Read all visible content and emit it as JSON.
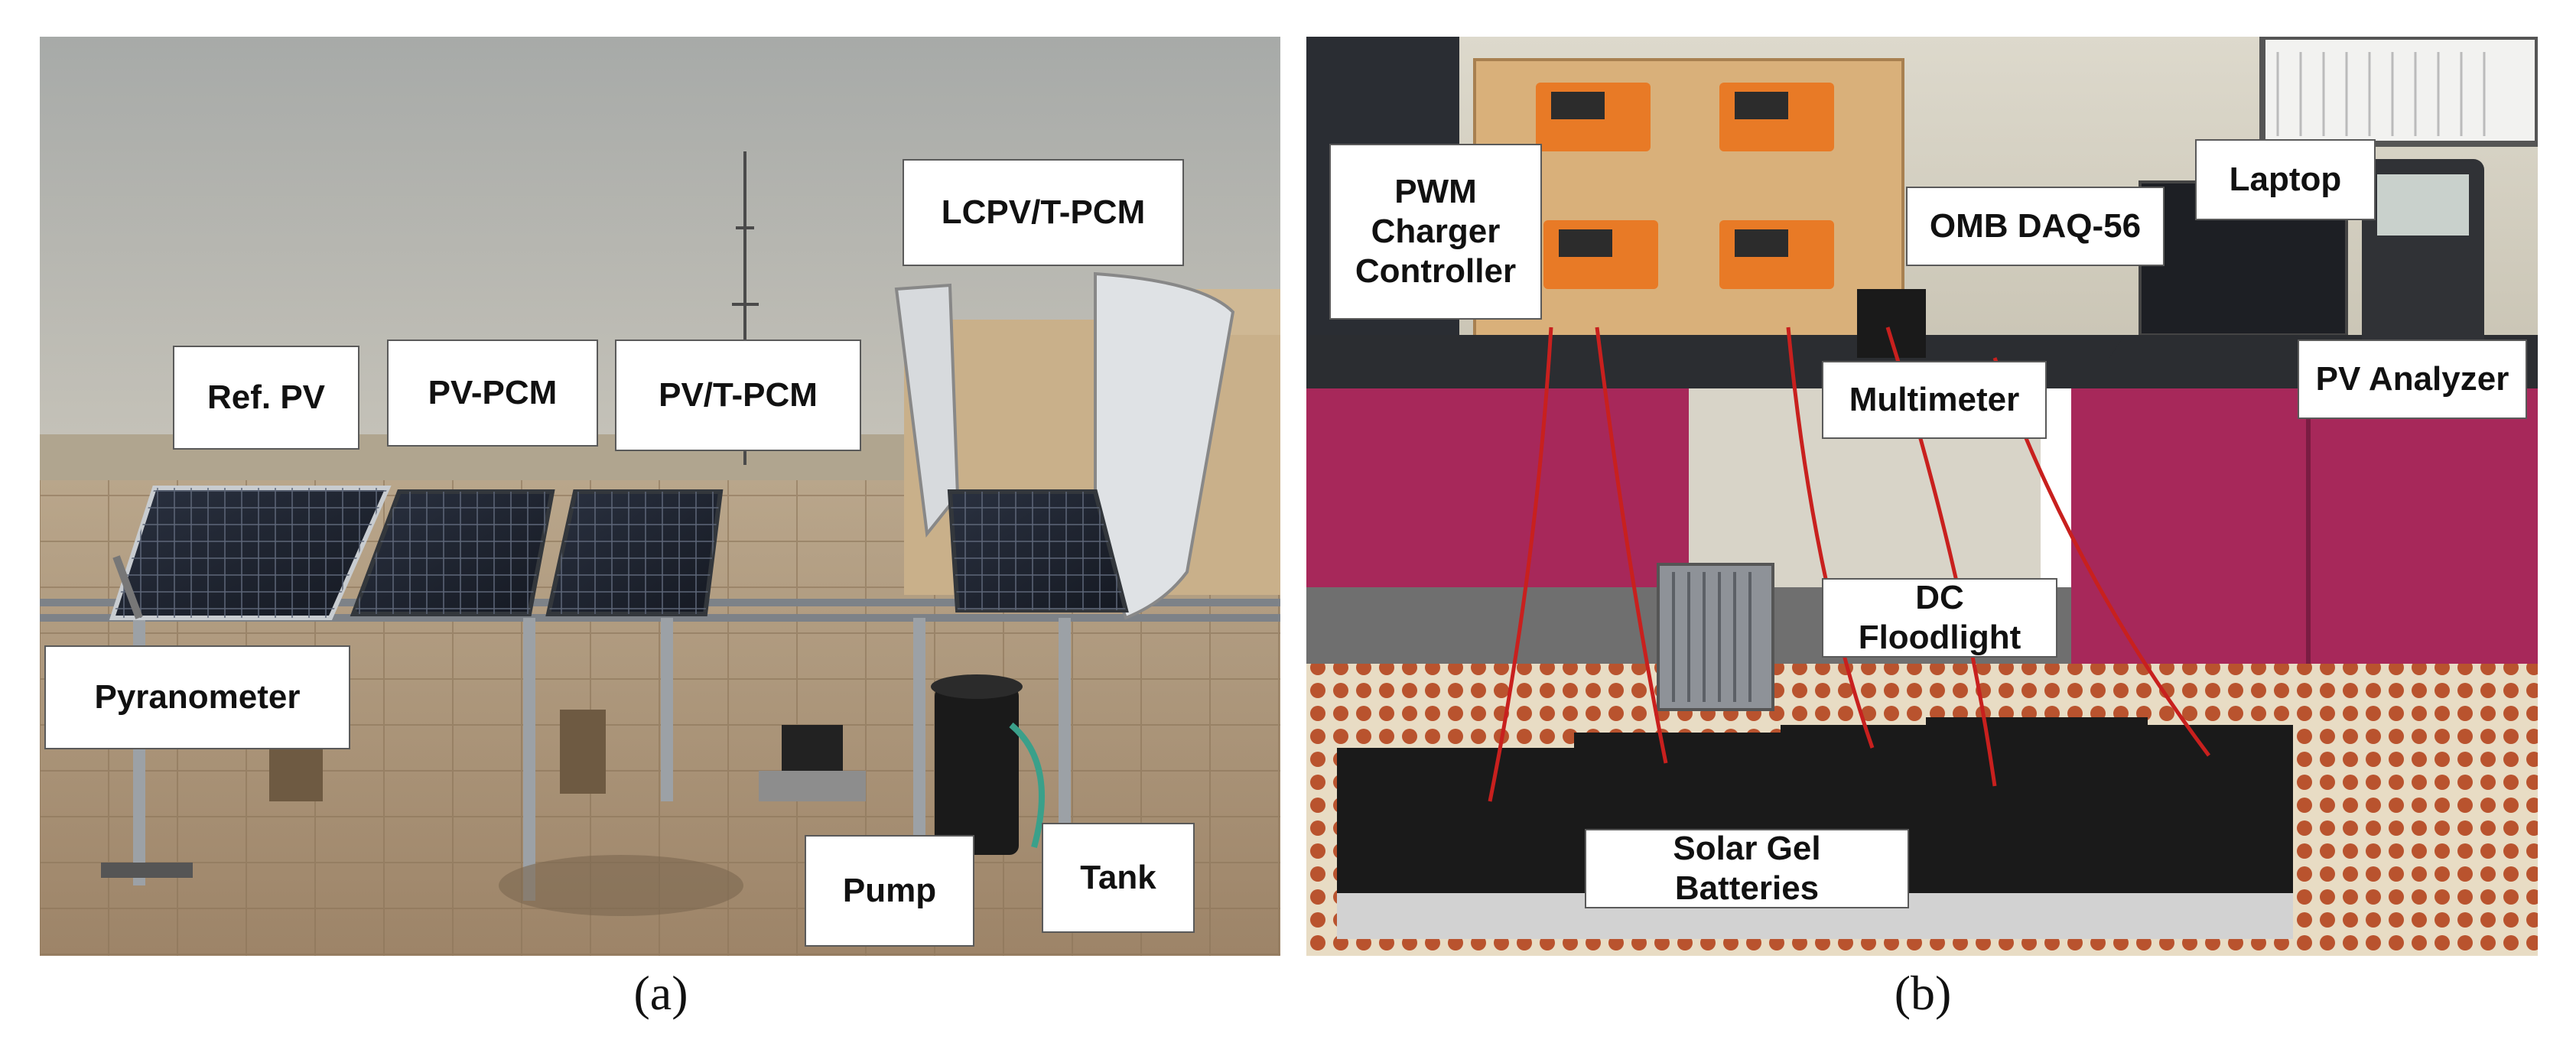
{
  "panel_a": {
    "labels": {
      "ref_pv": "Ref. PV",
      "pv_pcm": "PV-PCM",
      "pvt_pcm": "PV/T-PCM",
      "lcpvt_pcm": "LCPV/T-PCM",
      "pyranometer": "Pyranometer",
      "pump": "Pump",
      "tank": "Tank"
    },
    "caption": "(a)"
  },
  "panel_b": {
    "labels": {
      "pwm": "PWM Charger Controller",
      "omb": "OMB DAQ-56",
      "laptop": "Laptop",
      "multimeter": "Multimeter",
      "pv_analyzer": "PV Analyzer",
      "floodlight": "DC Floodlight",
      "batteries": "Solar Gel Batteries"
    },
    "caption": "(b)"
  }
}
